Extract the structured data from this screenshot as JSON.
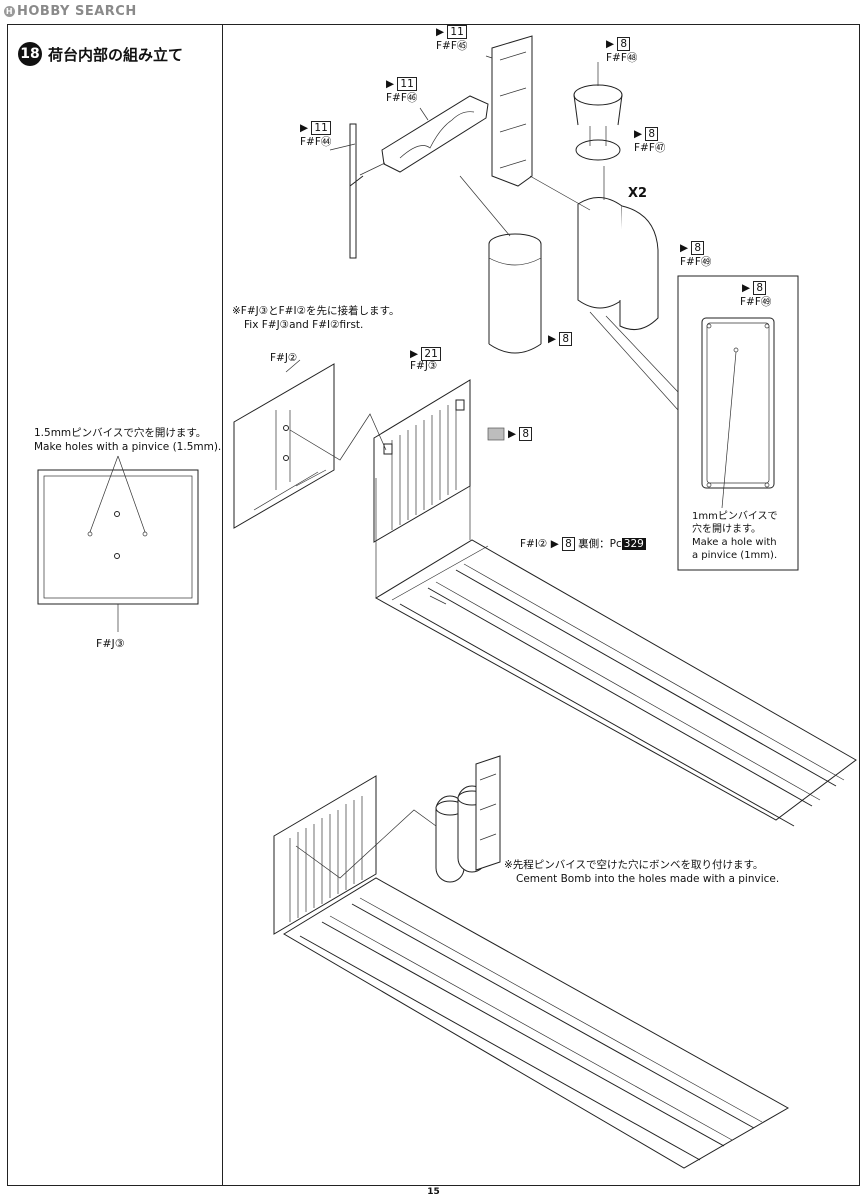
{
  "watermark": "HOBBY SEARCH",
  "page_number": "15",
  "step": {
    "number": "18",
    "title": "荷台内部の組み立て"
  },
  "left_panel": {
    "note_jp": "1.5mmピンバイスで穴を開けます。",
    "note_en": "Make holes with a pinvice (1.5mm).",
    "part_label": "F#J③"
  },
  "parts": {
    "f44": {
      "sprue": "11",
      "label": "F#F㊹"
    },
    "f45": {
      "sprue": "11",
      "label": "F#F㊺"
    },
    "f46": {
      "sprue": "11",
      "label": "F#F㊻"
    },
    "f48": {
      "sprue": "8",
      "label": "F#F㊽"
    },
    "f47": {
      "sprue": "8",
      "label": "F#F㊼"
    },
    "f49": {
      "sprue": "8",
      "label": "F#F㊾"
    },
    "tank": {
      "sprue": "8"
    },
    "x2": "X2",
    "fj2": {
      "label": "F#J②"
    },
    "fj3": {
      "sprue": "21",
      "label": "F#J③"
    },
    "chip": {
      "sprue": "8"
    },
    "fi2": {
      "label": "F#I②",
      "sprue": "8",
      "back": "裏側：",
      "pc": "Pc",
      "pc_num": "329"
    }
  },
  "notes": {
    "glue_first_jp": "※F#J③とF#I②を先に接着します。",
    "glue_first_en": "Fix F#J③and F#I②first.",
    "inset_sprue": "8",
    "inset_label": "F#F㊾",
    "inset_jp_1": "1mmピンバイスで",
    "inset_jp_2": "穴を開けます。",
    "inset_en_1": "Make a hole with",
    "inset_en_2": "a pinvice (1mm).",
    "bomb_jp": "※先程ピンバイスで空けた穴にボンベを取り付けます。",
    "bomb_en": "Cement Bomb into the holes made with a pinvice."
  }
}
